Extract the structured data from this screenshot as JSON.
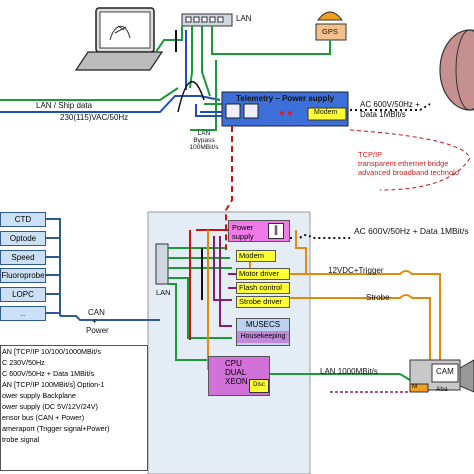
{
  "top": {
    "lan": "LAN",
    "gps": "GPS",
    "lan_ship": "LAN / Ship data",
    "power_in": "230(115)VAC/50Hz"
  },
  "telemetry": {
    "title": "Telemetry – Power supply",
    "modem": "Modem",
    "out_power": "AC 600V/50Hz +",
    "out_data": "Data 1MBit/s",
    "bypass": [
      "LAN",
      "Bypass",
      "100MBit/s"
    ]
  },
  "tcpip": [
    "TCP/IP",
    "transparent ethernet bridge",
    "advanced broadband technolo"
  ],
  "sensors": [
    "CTD",
    "Optode",
    "Speed",
    "Fluoroprobe",
    "LOPC",
    ".."
  ],
  "can_power": [
    "CAN",
    "+",
    "Power"
  ],
  "underwater": {
    "power_supply": [
      "Power",
      "supply"
    ],
    "modem": "Modem",
    "lan": "LAN",
    "ac_in": "AC 600V/50Hz + Data 1MBit/s",
    "motor": "Motor driver",
    "flash": "Flash control",
    "strobe_driver": "Strobe driver",
    "musecs": "MUSECS",
    "housekeeping": "Housekeeping",
    "cpu": [
      "CPU",
      "DUAL",
      "XEON"
    ],
    "disc": "Disc",
    "trigger": "12VDC+Trigger",
    "strobe": "Strobe",
    "lan1000": "LAN 1000MBit/s",
    "cam": "CAM",
    "cam_sub": "M",
    "cam_sub2": "Aba"
  },
  "legend": [
    "AN [TCP/IP 10/100/1000MBit/s",
    "C 230V/50Hz",
    "C 600V/50Hz + Data 1MBit/s",
    "AN [TCP/IP 100MBit/s] Option-1",
    "ower supply Backplane",
    "ower supply (DC 5V/12V/24V)",
    "ensor bus (CAN + Power)",
    "ameraport (Trigger signal+Power)",
    "trobe signal"
  ],
  "colors": {
    "lan": "#1a9a3a",
    "ac230": "#1f4fbf",
    "ac600": "#111111",
    "bypass": "#cc1111",
    "backplane": "#8a1a6a",
    "dc": "#e08a10",
    "sensorbus": "#2f5a9a",
    "telemetry": "#3c6fd8",
    "underwater_bg": "#e4ecf6",
    "yellow": "#ffff33",
    "pink": "#f07be8",
    "cpu": "#d070d8",
    "musecs": "#bcd0f0"
  }
}
